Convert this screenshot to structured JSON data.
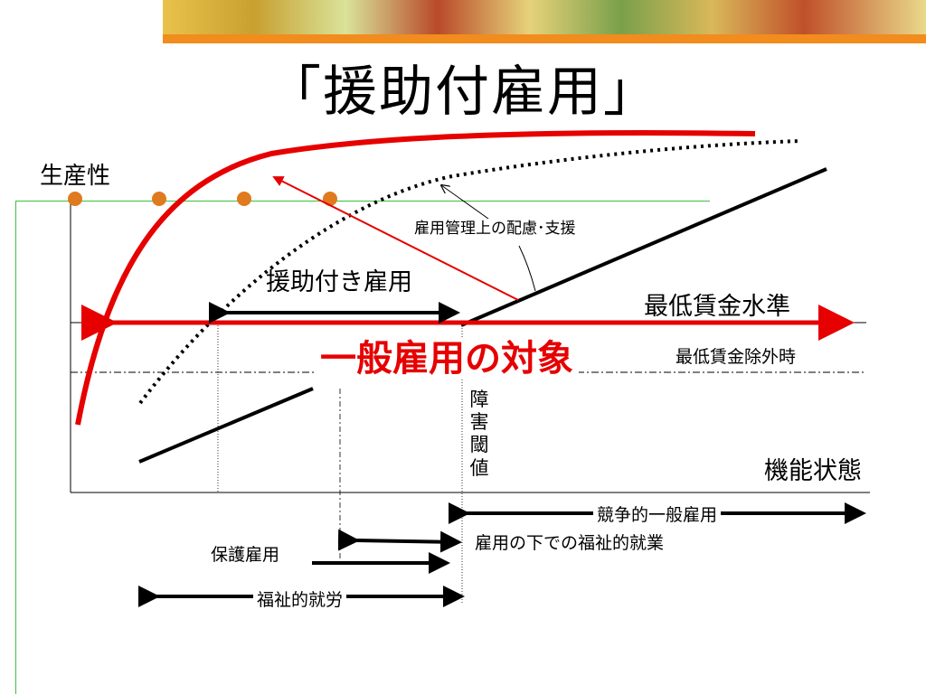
{
  "title": "「援助付雇用」",
  "axes": {
    "y_label": "生産性",
    "x_label": "機能状態"
  },
  "labels": {
    "support_note": "雇用管理上の配慮･支援",
    "assisted_employment": "援助付き雇用",
    "minimum_wage_level": "最低賃金水準",
    "general_employment_target": "一般雇用の対象",
    "minimum_wage_exempt": "最低賃金除外時",
    "disability_threshold": "障害閾値",
    "competitive_employment": "競争的一般雇用",
    "welfare_work_under_employment": "雇用の下での福祉的就業",
    "sheltered_employment": "保護雇用",
    "welfare_labor": "福祉的就労"
  },
  "colors": {
    "accent_red": "#e60000",
    "line_black": "#000000",
    "dot_orange": "#e07a1f",
    "rule_green": "#3cbf3c",
    "banner_orange": "#f28c1c"
  }
}
